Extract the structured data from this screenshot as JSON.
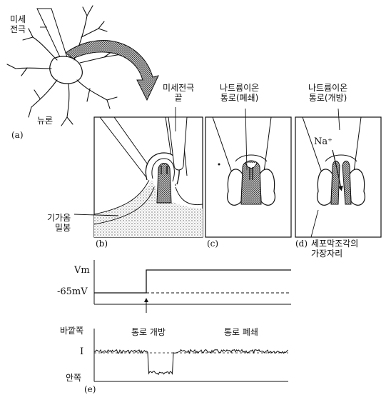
{
  "labels": {
    "microelectrode": [
      "미세",
      "전극"
    ],
    "neuron": "뉴론",
    "panel_a": "(a)",
    "microelectrode_tip": [
      "미세전극",
      "끝"
    ],
    "channel_closed": [
      "나트륨이온",
      "통로(폐쇄)"
    ],
    "channel_open": [
      "나트륨이온",
      "통로(개방)"
    ],
    "na_ion": "Na⁺",
    "gigaohm_seal": [
      "기가옴",
      "밀봉"
    ],
    "panel_b": "(b)",
    "panel_c": "(c)",
    "panel_d": "(d)",
    "membrane_patch_edge": [
      "세포막조각의",
      "가장자리"
    ],
    "vm": "Vm",
    "rest_potential": "-65mV",
    "outside": "바깥쪽",
    "current": "I",
    "inside": "안쪽",
    "open_state": "통로 개방",
    "closed_state": "통로 폐쇄",
    "panel_e": "(e)"
  }
}
